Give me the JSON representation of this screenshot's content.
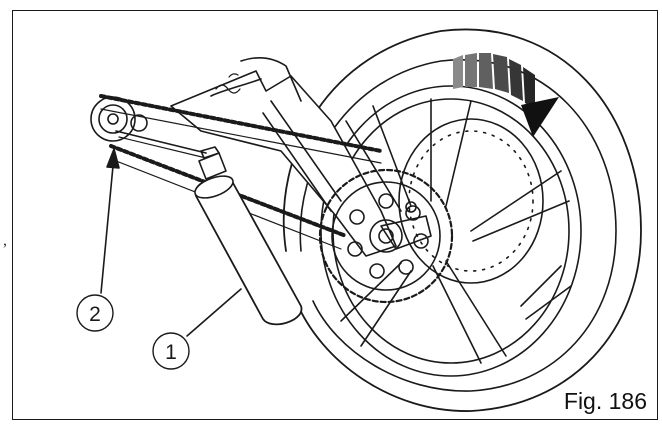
{
  "figure": {
    "caption": "Fig. 186",
    "callouts": [
      {
        "id": "1",
        "label": "1"
      },
      {
        "id": "2",
        "label": "2"
      }
    ],
    "stray_mark": ","
  },
  "colors": {
    "line": "#1a1a1a",
    "arrow_gradient": [
      "#8a8a8a",
      "#707070",
      "#5a5a5a",
      "#474747",
      "#333333",
      "#222222"
    ]
  },
  "icons": [
    "rotation-arrow-icon",
    "spray-can-icon",
    "rear-wheel-icon",
    "chain-sprocket-icon"
  ]
}
